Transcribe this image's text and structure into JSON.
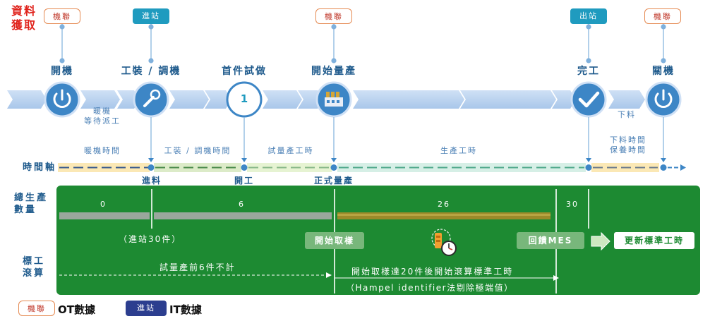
{
  "header": {
    "title_line1": "資料",
    "title_line2": "獲取"
  },
  "source_tags": [
    {
      "id": "t1",
      "text": "機聯",
      "kind": "OT"
    },
    {
      "id": "t2",
      "text": "進站",
      "kind": "IT"
    },
    {
      "id": "t3",
      "text": "機聯",
      "kind": "OT"
    },
    {
      "id": "t4",
      "text": "出站",
      "kind": "IT"
    },
    {
      "id": "t5",
      "text": "機聯",
      "kind": "OT"
    }
  ],
  "stages": {
    "power_on": "開機",
    "tooling": "工裝 / 調機",
    "first_piece": "首件試做",
    "mass_production": "開始量產",
    "complete": "完工",
    "power_off": "關機"
  },
  "first_piece_number": "1",
  "below_arrow": {
    "warmup": "暖機",
    "waiting_dispatch": "等待派工",
    "unload": "下料"
  },
  "timeline": {
    "axis_label": "時間軸",
    "segments": {
      "warmup_time": "暖機時間",
      "tooling_time": "工裝 / 調機時間",
      "trial_time": "試量產工時",
      "production_time": "生產工時",
      "unload_time_line1": "下料時間",
      "unload_time_line2": "保養時間"
    },
    "events": {
      "check_in": "進料",
      "start_work": "開工",
      "formal_production": "正式量產"
    }
  },
  "output": {
    "row_title_line1": "總生產",
    "row_title_line2": "數量",
    "counts": [
      "0",
      "6",
      "26",
      "30"
    ],
    "check_in_note": "（進站30件）",
    "start_sampling": "開始取樣",
    "feedback_mes": "回饋MES",
    "update_std_time": "更新標準工時"
  },
  "std_calc": {
    "row_title_line1": "標工",
    "row_title_line2": "滾算",
    "pre_trial_note": "試量產前6件不計",
    "rolling_note": "開始取樣達20件後開始滾算標準工時",
    "hampel_note": "（Hampel identifier法剔除極端值）"
  },
  "legend": {
    "ot_tag": "機聯",
    "ot_label": "OT數據",
    "it_tag": "進站",
    "it_label": "IT數據"
  },
  "colors": {
    "title_red": "#e0231c",
    "ot_border": "#e58a52",
    "it_blue": "#1f9bbf",
    "it_dark": "#2c3e8f",
    "icon_blue": "#3d86c6",
    "green_panel": "#1d8a32",
    "olive_bar": "#9b8a2a"
  },
  "icons": [
    "power-icon",
    "wrench-icon",
    "factory-icon",
    "check-icon",
    "clock-gear-icon",
    "arrow-right-icon"
  ]
}
